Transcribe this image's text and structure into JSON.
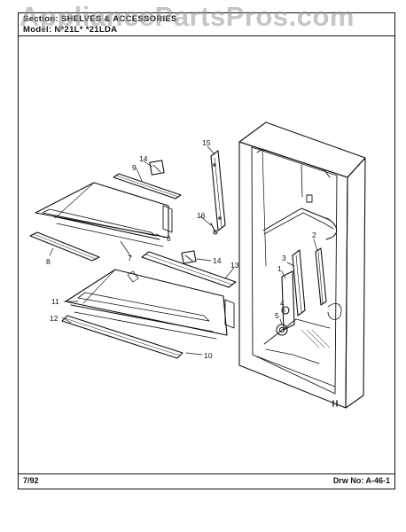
{
  "header": {
    "section_line": "Section:  SHELVES & ACCESSORIES",
    "model_line": "Model:  N*21L*  *21LDA"
  },
  "watermark": "AppliancePartsPros.com",
  "footer": {
    "date": "7/92",
    "drawing_number": "Drw No:  A-46-1"
  },
  "callouts": {
    "c1": "1",
    "c2": "2",
    "c3": "3",
    "c4": "4",
    "c5": "5",
    "c6": "6",
    "c7": "7",
    "c8": "8",
    "c9": "9",
    "c10": "10",
    "c11": "11",
    "c12": "12",
    "c13": "13",
    "c14a": "14",
    "c14b": "14",
    "c15": "15",
    "c16": "16"
  }
}
